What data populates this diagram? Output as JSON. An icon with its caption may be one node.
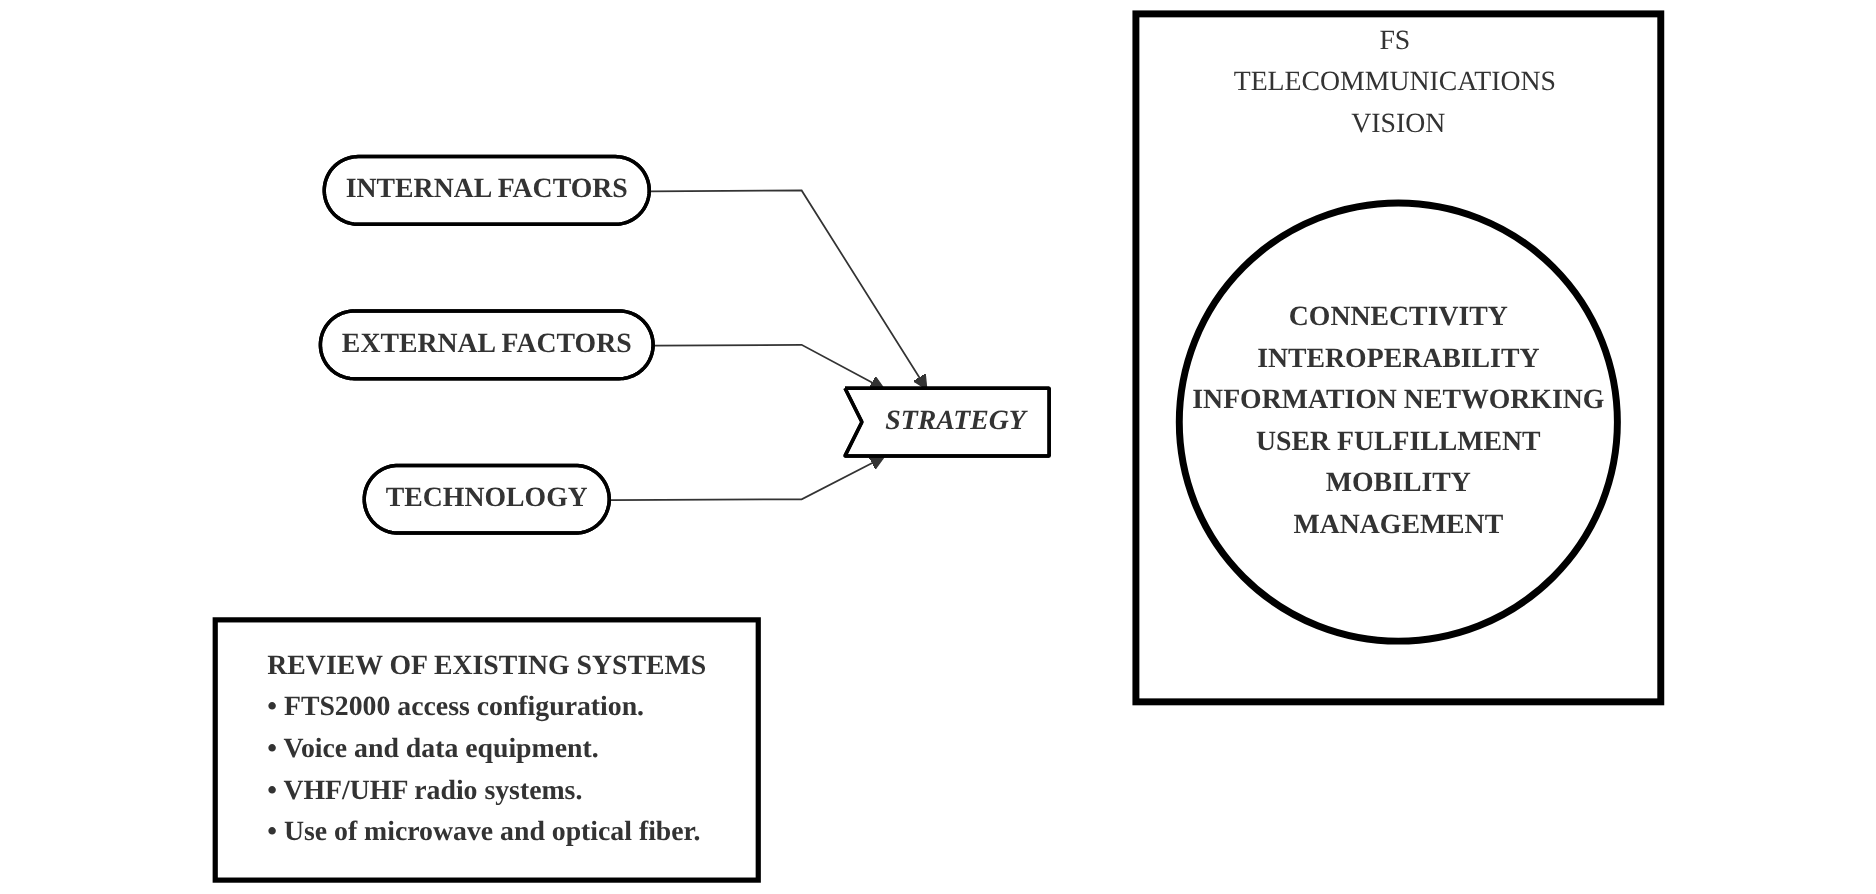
{
  "diagram": {
    "nodes": [
      {
        "text": [
          "REVIEW OF EXISTING SYSTEMS",
          "• FTS2000 access configuration.",
          "• Voice and data equipment.",
          "• VHF/UHF radio systems.",
          "• Use of microwave and optical fiber."
        ]
      },
      {
        "text": [
          "INTERNAL FACTORS"
        ]
      },
      {
        "text": [
          "EXTERNAL FACTORS"
        ]
      },
      {
        "text": [
          "STRATEGY"
        ]
      },
      {
        "text": [
          "TECHNOLOGY"
        ]
      },
      {
        "text": [
          "FS TELECOMMUNICATIONS VISION"
        ]
      },
      {
        "text": [
          "CONNECTIVITY",
          "INTEROPERABILITY",
          "INFORMATION NETWORKING",
          "USER FULFILLMENT",
          "MOBILITY",
          "MANAGEMENT"
        ],
        "in": 5
      }
    ],
    "edges": [
      {
        "from": 1,
        "to": 3,
        "arrow": "to"
      },
      {
        "from": 2,
        "to": 3,
        "arrow": "to"
      },
      {
        "from": 4,
        "to": 3,
        "arrow": "to"
      }
    ]
  }
}
